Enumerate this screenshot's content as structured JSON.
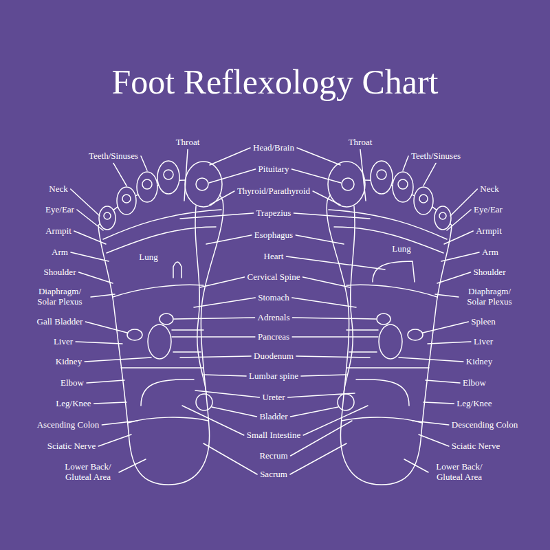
{
  "diagram": {
    "title": "Foot Reflexology Chart",
    "labels": [
      "Throat",
      "Head/Brain",
      "Throat",
      "Teeth/Sinuses",
      "Pituitary",
      "Teeth/Sinuses",
      "Neck",
      "Thyroid/Parathyroid",
      "Neck",
      "Eye/Ear",
      "Trapezius",
      "Eye/Ear",
      "Armpit",
      "Esophagus",
      "Armpit",
      "Lung",
      "Lung",
      "Arm",
      "Heart",
      "Arm",
      "Shoulder",
      "Cervical Spine",
      "Shoulder",
      "Diaphragm/ Solar Plexus",
      "Stomach",
      "Diaphragm/ Solar Plexus",
      "Gall Bladder",
      "Adrenals",
      "Spleen",
      "Liver",
      "Pancreas",
      "Liver",
      "Kidney",
      "Duodenum",
      "Kidney",
      "Elbow",
      "Lumbar spine",
      "Elbow",
      "Leg/Knee",
      "Ureter",
      "Leg/Knee",
      "Ascending Colon",
      "Bladder",
      "Descending Colon",
      "Sciatic Nerve",
      "Small Intestine",
      "Sciatic Nerve",
      "Recrum",
      "Lower Back/ Gluteal Area",
      "Sacrum",
      "Lower Back/ Gluteal Area"
    ]
  }
}
